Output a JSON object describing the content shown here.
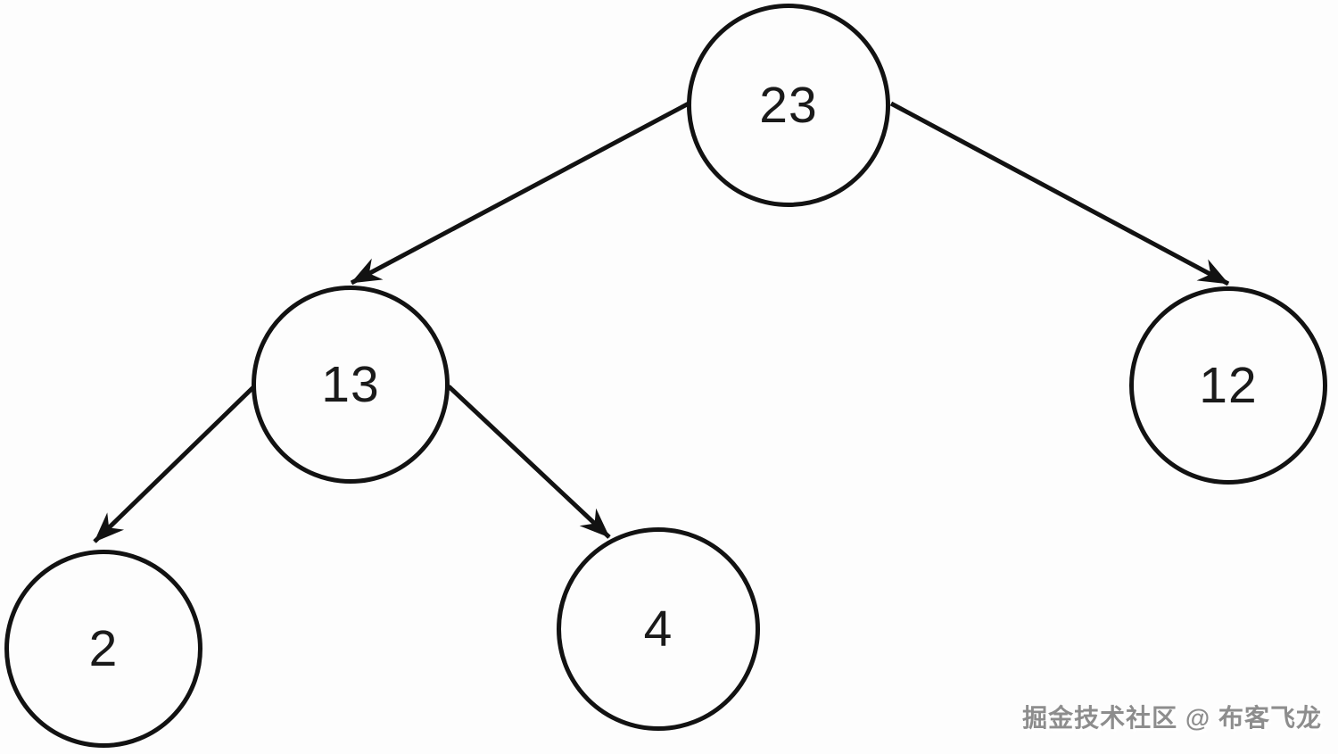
{
  "diagram": {
    "type": "binary-tree",
    "nodes": [
      {
        "id": "n23",
        "label": "23"
      },
      {
        "id": "n13",
        "label": "13"
      },
      {
        "id": "n12",
        "label": "12"
      },
      {
        "id": "n2",
        "label": "2"
      },
      {
        "id": "n4",
        "label": "4"
      }
    ],
    "edges": [
      {
        "from": "n23",
        "to": "n13"
      },
      {
        "from": "n23",
        "to": "n12"
      },
      {
        "from": "n13",
        "to": "n2"
      },
      {
        "from": "n13",
        "to": "n4"
      }
    ]
  },
  "watermark": {
    "text": "掘金技术社区 @ 布客飞龙"
  },
  "colors": {
    "stroke": "#121212",
    "background": "#fdfdfd",
    "watermark": "#8d8d8d"
  }
}
